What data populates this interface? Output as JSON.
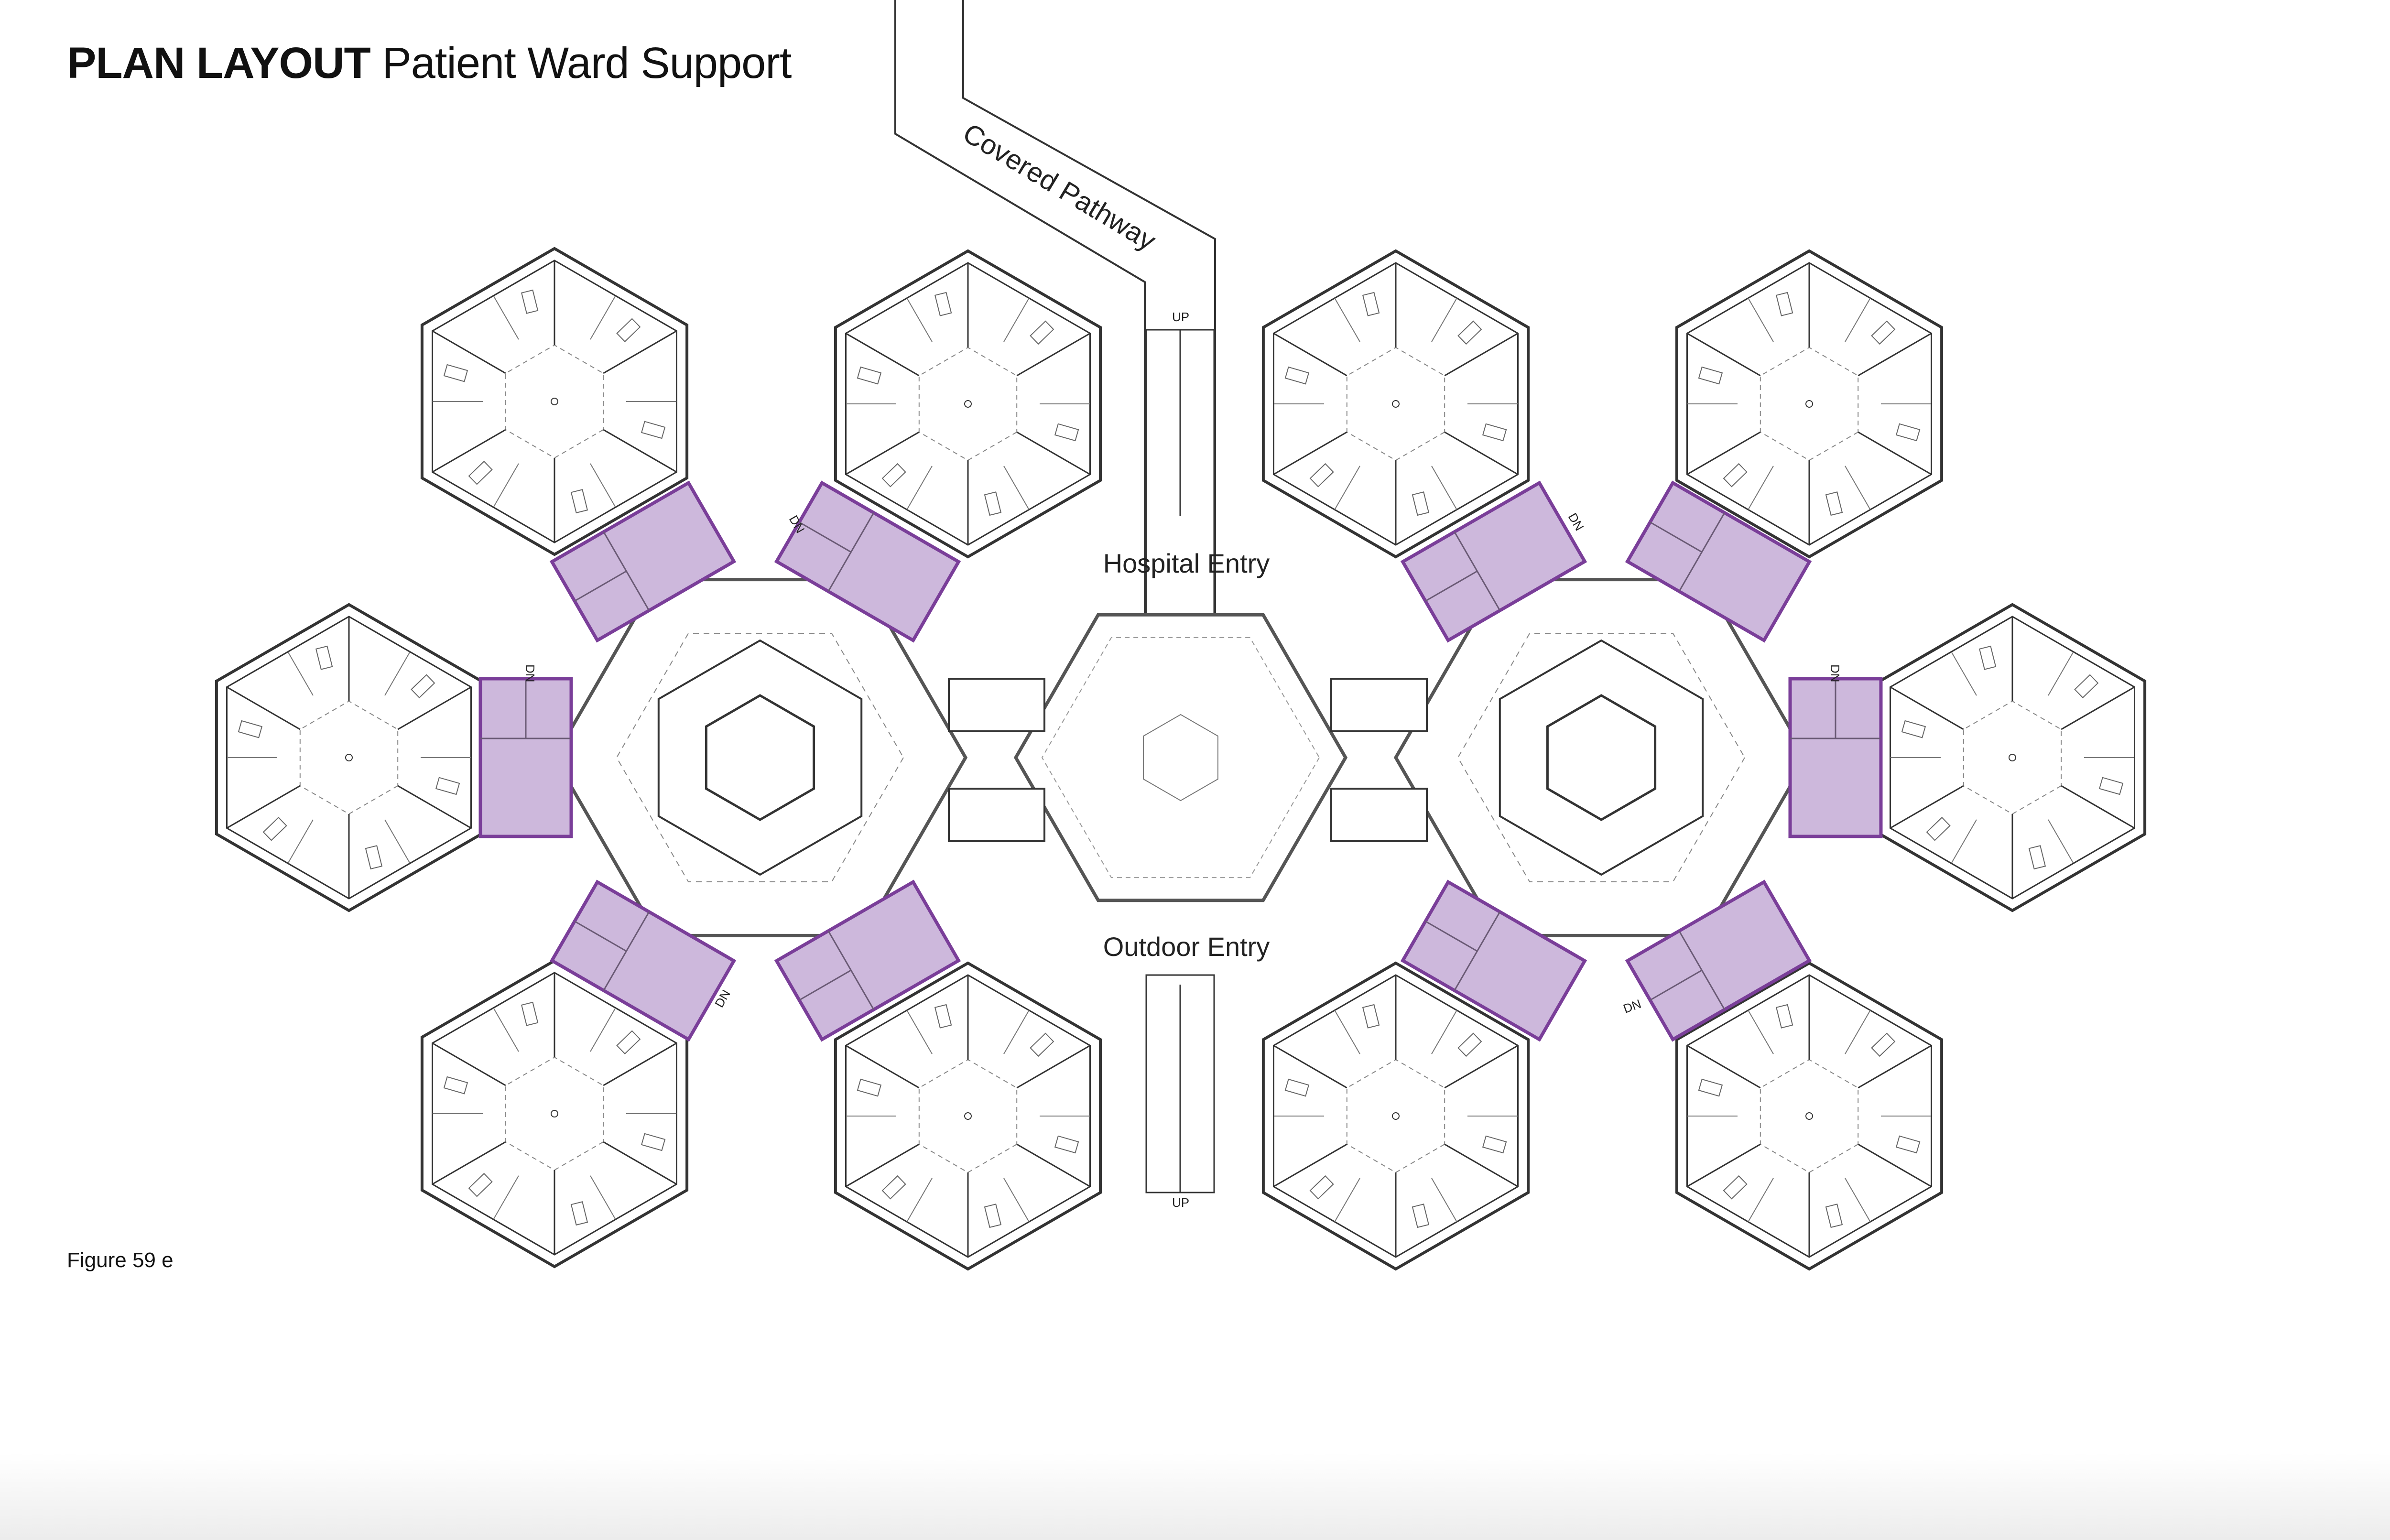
{
  "title": {
    "bold": "PLAN LAYOUT",
    "light": "Patient Ward Support"
  },
  "caption": "Figure 59 e",
  "labels": {
    "covered_pathway": "Covered Pathway",
    "hospital_entry": "Hospital Entry",
    "outdoor_entry": "Outdoor Entry",
    "up": "UP",
    "dn": "DN"
  },
  "colors": {
    "support_fill": "#cdb8dc",
    "support_stroke": "#7a3e99",
    "line": "#333333",
    "wall": "#555555"
  }
}
